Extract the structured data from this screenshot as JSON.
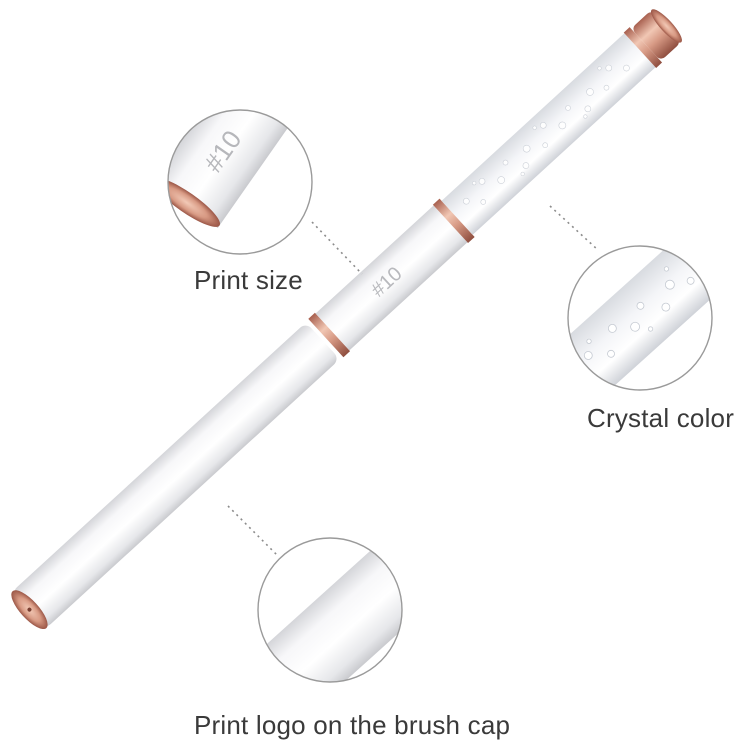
{
  "labels": {
    "print_size": "Print size",
    "crystal_color": "Crystal color",
    "print_logo": "Print logo on the brush cap"
  },
  "brush": {
    "size_marking": "#10",
    "colors": {
      "body": "#f3f3f5",
      "body_shadow": "#d9dadd",
      "rose_gold": "#d79a85",
      "rose_gold_dark": "#a8604f",
      "crystal": "#eceef2"
    }
  },
  "callouts": {
    "circle_stroke": "#9a9a9a",
    "dotted_line": "#8c8c8c"
  }
}
